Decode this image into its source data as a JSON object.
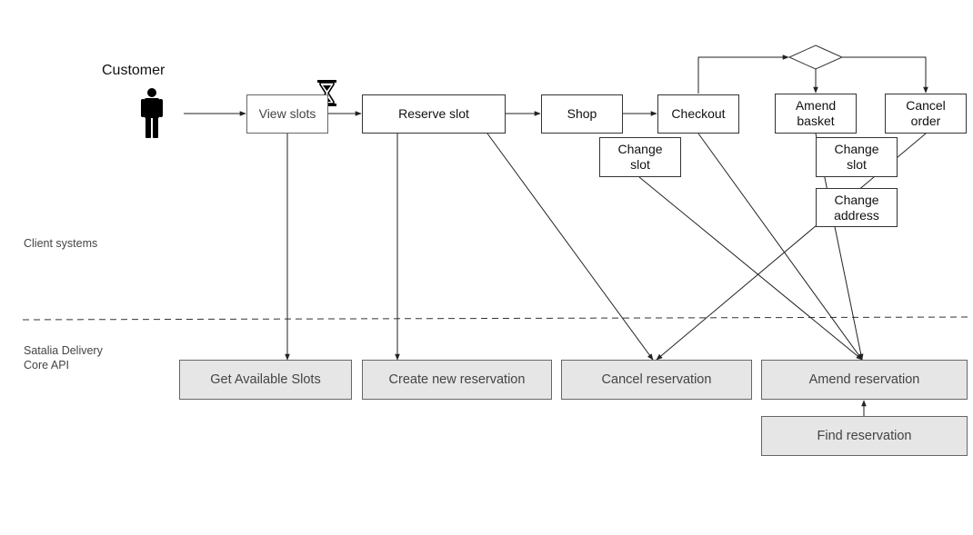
{
  "actor": {
    "label": "Customer",
    "icon": "person-icon"
  },
  "lanes": {
    "client": "Client systems",
    "api_line1": "Satalia Delivery",
    "api_line2": "Core API"
  },
  "client_steps": {
    "view_slots": "View slots",
    "reserve_slot": "Reserve slot",
    "shop": "Shop",
    "checkout": "Checkout",
    "amend_basket_l1": "Amend",
    "amend_basket_l2": "basket",
    "cancel_order_l1": "Cancel",
    "cancel_order_l2": "order",
    "change_slot_a_l1": "Change",
    "change_slot_a_l2": "slot",
    "change_slot_b_l1": "Change",
    "change_slot_b_l2": "slot",
    "change_address_l1": "Change",
    "change_address_l2": "address"
  },
  "api_calls": {
    "get_slots": "Get Available Slots",
    "create_reservation": "Create new reservation",
    "cancel_reservation": "Cancel reservation",
    "amend_reservation": "Amend reservation",
    "find_reservation": "Find reservation"
  },
  "icons": {
    "timer": "hourglass-icon",
    "decision": "diamond-icon"
  },
  "colors": {
    "line": "#222222",
    "api_fill": "#e6e6e6",
    "divider": "#333333"
  }
}
